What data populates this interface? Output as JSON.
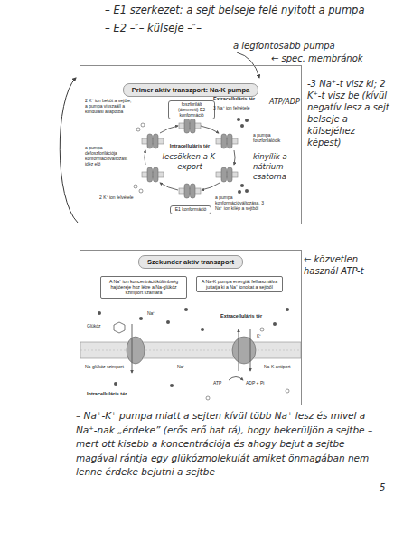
{
  "diagram": {
    "nodes": [
      {
        "text": [
          "Primer aktív transzport: Na-K pumpa"
        ]
      },
      {
        "text": [
          "foszforilált (átmeneti) E2 konformáció"
        ],
        "in": 0
      },
      {
        "text": [
          "E1 konformáció"
        ],
        "in": 0
      },
      {
        "text": [
          "Szekunder aktív transzport"
        ]
      },
      {
        "text": [
          "A Na⁺ ion koncentrációkülönbség hajtóereje hoz létre a Na-glükóz szimport számára"
        ],
        "in": 3
      },
      {
        "text": [
          "A Na-K pumpa energiát felhasználva juttatja ki a Na⁺ ionokat a sejtből"
        ],
        "in": 3
      }
    ],
    "labels": [
      "– E1 szerkezet: a sejt belseje felé nyitott a pumpa",
      "– E2 –″– külseje –″–",
      "a legfontosabb pumpa",
      "← spec. membránok",
      "-3 Na⁺-t visz ki; 2 K⁺-t visz be (kívül negatív lesz a sejt belseje a külsejéhez képest)",
      "ATP/ADP",
      "Extracelluláris tér",
      "3 Na⁺ ion felvétele",
      "a pumpa foszforilálódik",
      "kinyílik a nátrium csatorna",
      "a pumpa konformációváltozása, 3 Na⁺ ion kilép a sejtből",
      "2 K⁺ ion felvétele",
      "a pumpa defoszforilációja konformációváltozást idéz elő",
      "Intracelluláris tér",
      "lecsökken a K-export",
      "2 K⁺ ion beköt a sejtbe, a pumpa visszaáll a kiindulási állapotba",
      "← közvetlen használ ATP-t",
      "Extracelluláris tér",
      "Glükóz",
      "Na-glükóz szimport",
      "Na⁺",
      "Na⁺",
      "K⁺",
      "Na-K antiport",
      "ATP",
      "ADP + Pi",
      "Intracelluláris tér",
      "– Na⁺-K⁺ pumpa miatt a sejten kívül több Na⁺ lesz és mivel a Na⁺-nak „érdeke” (erős erő hat rá), hogy bekerüljön a sejtbe – mert ott kisebb a koncentrációja és ahogy bejut a sejtbe magával rántja egy glükózmolekulát amiket önmagában nem lenne érdeke bejutni a sejtbe",
      "5"
    ]
  }
}
